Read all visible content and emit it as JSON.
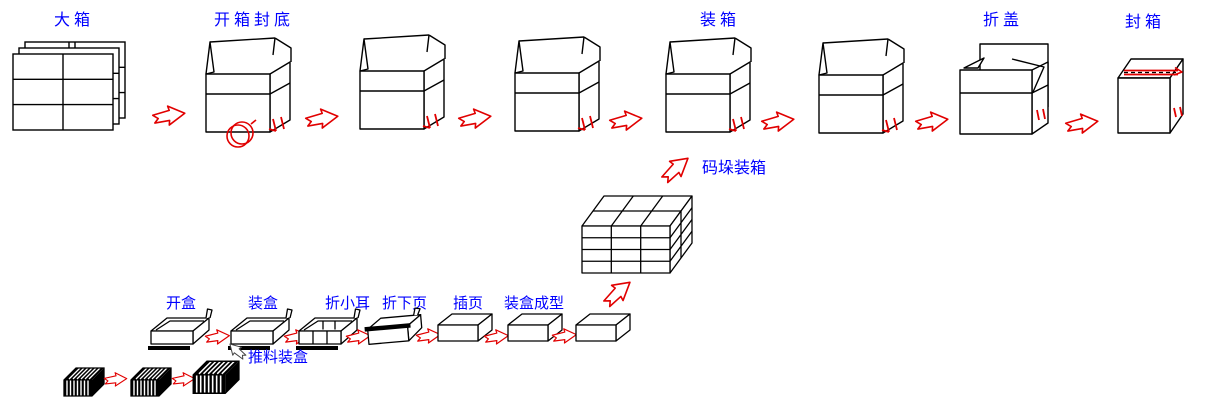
{
  "top_row": {
    "label_big_box": "大箱",
    "label_open_box_seal_bottom": "开箱封底",
    "label_pack_box": "装箱",
    "label_fold_cover": "折盖",
    "label_seal_box": "封箱"
  },
  "middle": {
    "label_palletize": "码垛装箱"
  },
  "bottom_row": {
    "label_open_carton": "开盒",
    "label_fill_carton": "装盒",
    "label_fold_small_ear": "折小耳",
    "label_fold_lower_flap": "折下页",
    "label_insert_leaflet": "插页",
    "label_carton_formed": "装盒成型",
    "label_push_feed": "推料装盒"
  },
  "colors": {
    "label_blue": "#0000FF",
    "outline_black": "#000000",
    "flow_red": "#E10000"
  }
}
